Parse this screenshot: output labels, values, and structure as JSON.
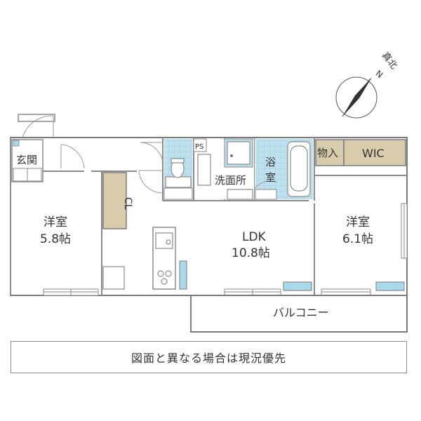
{
  "compass": {
    "label": "真北",
    "north_letter": "N"
  },
  "rooms": {
    "entrance": "玄関",
    "western_room_left": {
      "name": "洋室",
      "size": "5.8帖"
    },
    "closet": "CL",
    "ps": "PS",
    "washroom": "洗面所",
    "bathroom": "浴室",
    "storage": "物入",
    "wic": "WIC",
    "ldk": {
      "name": "LDK",
      "size": "10.8帖"
    },
    "western_room_right": {
      "name": "洋室",
      "size": "6.1帖"
    },
    "balcony": "バルコニー"
  },
  "notice": "図面と異なる場合は現況優先",
  "colors": {
    "wall": "#7a7a7a",
    "tile": "#b9dcea",
    "tile_grid": "#9ccbe0",
    "storage": "#d8ccac",
    "window": "#a9d8ea"
  }
}
